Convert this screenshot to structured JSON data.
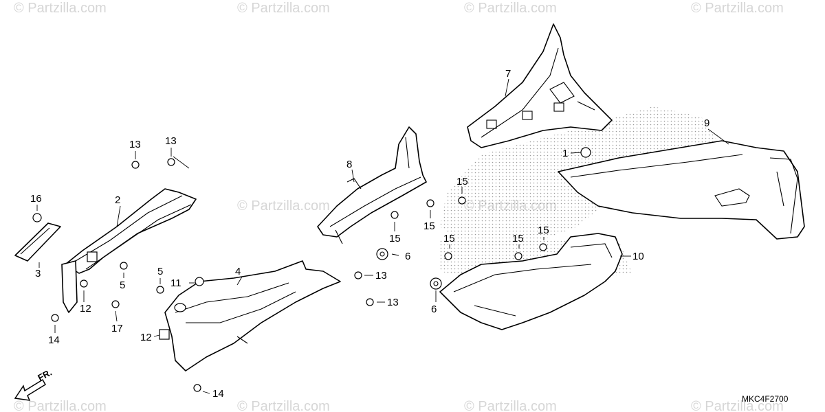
{
  "watermark": "© Partzilla.com",
  "diagram_code": "MKC4F2700",
  "front_label": "FR.",
  "callouts": [
    "1",
    "2",
    "3",
    "4",
    "5",
    "6",
    "7",
    "8",
    "9",
    "10",
    "11",
    "12",
    "13",
    "14",
    "15",
    "16",
    "17"
  ]
}
